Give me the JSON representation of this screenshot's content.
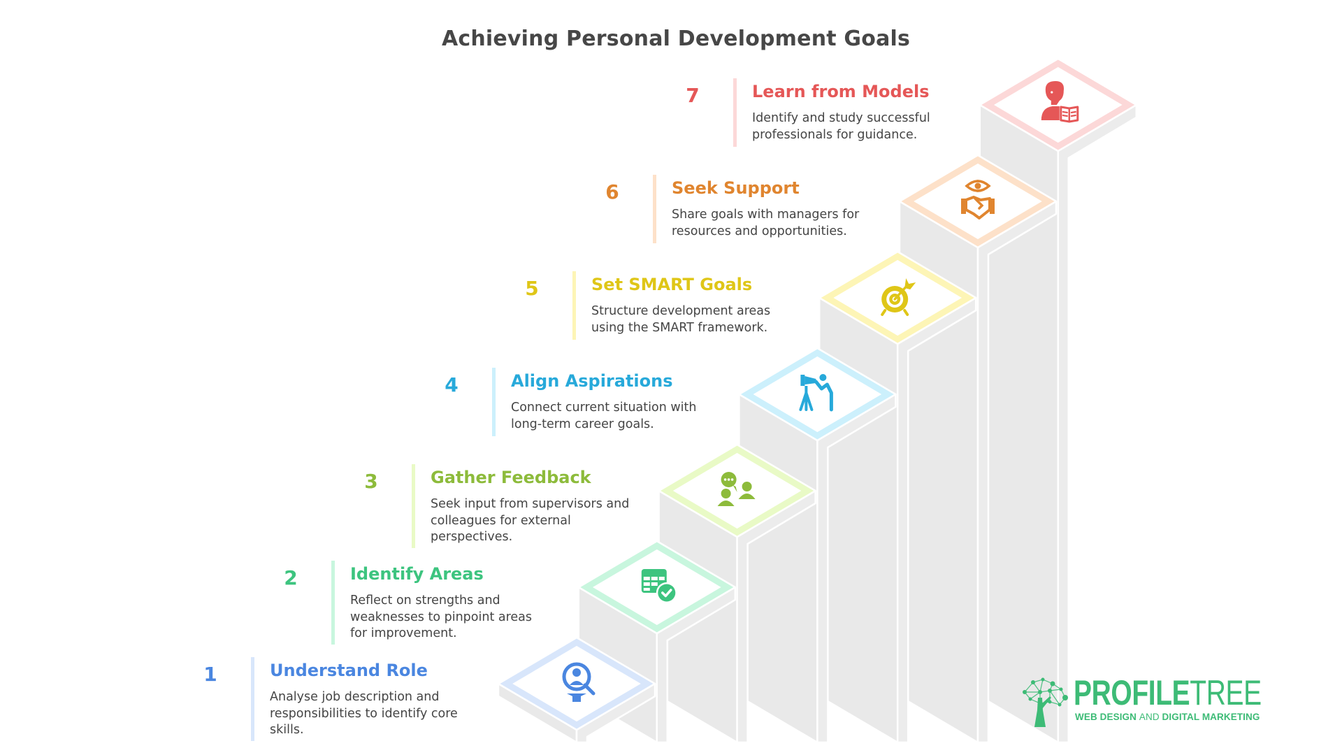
{
  "title": "Achieving Personal Development Goals",
  "steps": [
    {
      "number": "1",
      "title": "Understand Role",
      "description": "Analyse job description and responsibilities to identify core skills.",
      "desc_lines": [
        "Analyse job description and",
        "responsibilities to identify core",
        "skills."
      ],
      "icon": "search-person-icon",
      "color": "#4a86e0",
      "light": "#d8e6fb"
    },
    {
      "number": "2",
      "title": "Identify Areas",
      "description": "Reflect on strengths and weaknesses to pinpoint areas for improvement.",
      "desc_lines": [
        "Reflect on strengths and",
        "weaknesses to pinpoint areas",
        "for improvement."
      ],
      "icon": "table-check-icon",
      "color": "#3dc47f",
      "light": "#c8f6de"
    },
    {
      "number": "3",
      "title": "Gather Feedback",
      "description": "Seek input from supervisors and colleagues for external perspectives.",
      "desc_lines": [
        "Seek input from supervisors and",
        "colleagues for external",
        "perspectives."
      ],
      "icon": "people-chat-icon",
      "color": "#8dbb3b",
      "light": "#e9fac6"
    },
    {
      "number": "4",
      "title": "Align Aspirations",
      "description": "Connect current situation with long-term career goals.",
      "desc_lines": [
        "Connect current situation with",
        "long-term career goals."
      ],
      "icon": "telescope-person-icon",
      "color": "#27a9da",
      "light": "#ccf0fc"
    },
    {
      "number": "5",
      "title": "Set SMART Goals",
      "description": "Structure development areas using the SMART framework.",
      "desc_lines": [
        "Structure development areas",
        "using the SMART framework."
      ],
      "icon": "target-arrow-icon",
      "color": "#dfc617",
      "light": "#fdf5b6"
    },
    {
      "number": "6",
      "title": "Seek Support",
      "description": "Share goals with managers for resources and opportunities.",
      "desc_lines": [
        "Share goals with managers for",
        "resources and opportunities."
      ],
      "icon": "eye-handshake-icon",
      "color": "#e0852f",
      "light": "#fde1c9"
    },
    {
      "number": "7",
      "title": "Learn from Models",
      "description": "Identify and study successful professionals for guidance.",
      "desc_lines": [
        "Identify and study successful",
        "professionals for guidance."
      ],
      "icon": "person-book-icon",
      "color": "#e55757",
      "light": "#fcd8d8"
    }
  ],
  "logo": {
    "word_bold": "PROFILE",
    "word_light": "TREE",
    "tag_part1": "WEB DESIGN ",
    "tag_part2": "AND",
    "tag_part3": " DIGITAL MARKETING",
    "color": "#3dbb76"
  },
  "colors": {
    "face_left": "#e9e9e9",
    "face_right": "#ececec",
    "edge": "#ffffff",
    "title_text": "#474747",
    "body_text": "#454545"
  }
}
